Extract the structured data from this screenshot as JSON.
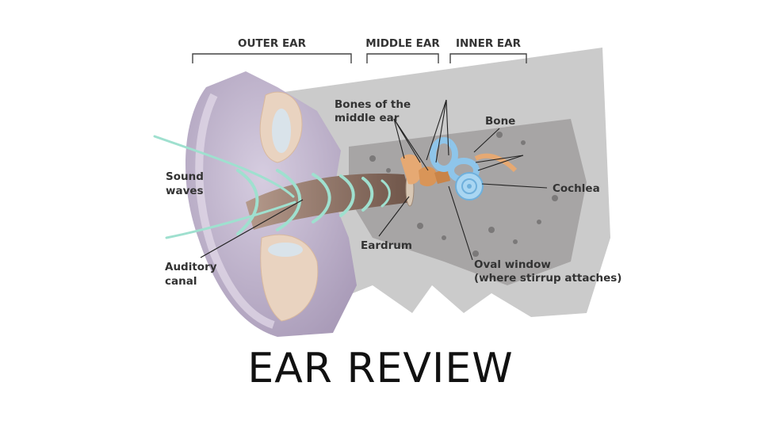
{
  "sections": {
    "outer": "OUTER EAR",
    "middle": "MIDDLE EAR",
    "inner": "INNER EAR"
  },
  "labels": {
    "bones_line1": "Bones of the",
    "bones_line2": "middle ear",
    "bone": "Bone",
    "sound_line1": "Sound",
    "sound_line2": "waves",
    "cochlea": "Cochlea",
    "eardrum": "Eardrum",
    "auditory_line1": "Auditory",
    "auditory_line2": "canal",
    "oval_line1": "Oval window",
    "oval_line2": "(where stirrup attaches)"
  },
  "slide_title": "EAR REVIEW",
  "colors": {
    "skin": "#b9acc5",
    "cartilage": "#e9d3c0",
    "bone": "#c8c8c8",
    "canal": "#8a6f62",
    "wave": "#9fe0cf",
    "cochlea": "#8ec5ea"
  }
}
